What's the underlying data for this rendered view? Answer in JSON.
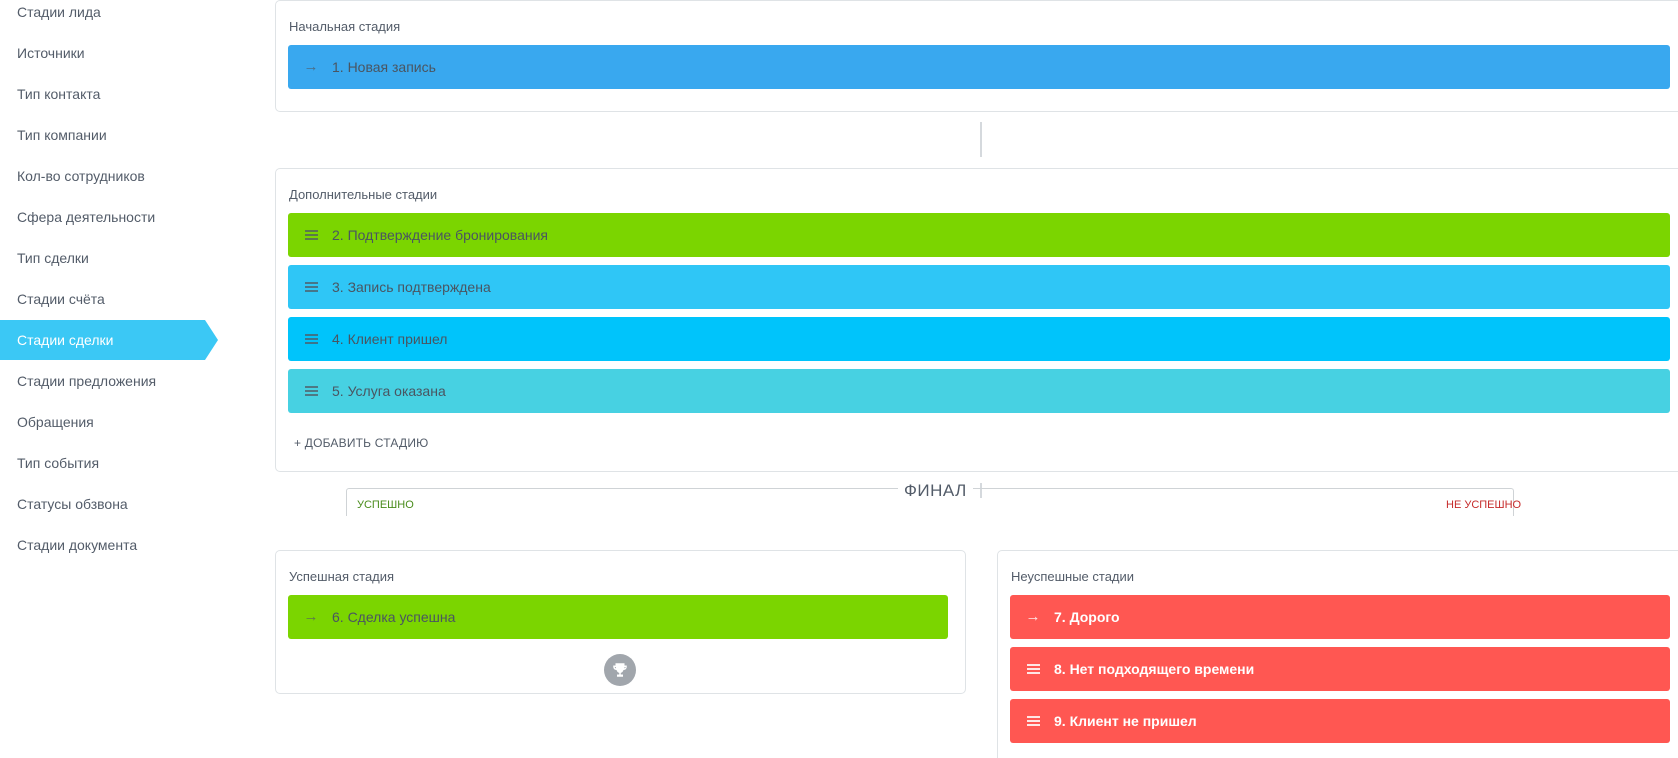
{
  "sidebar": {
    "items": [
      {
        "label": "Стадии лида"
      },
      {
        "label": "Источники"
      },
      {
        "label": "Тип контакта"
      },
      {
        "label": "Тип компании"
      },
      {
        "label": "Кол-во сотрудников"
      },
      {
        "label": "Сфера деятельности"
      },
      {
        "label": "Тип сделки"
      },
      {
        "label": "Стадии счёта"
      },
      {
        "label": "Стадии сделки",
        "active": true
      },
      {
        "label": "Стадии предложения"
      },
      {
        "label": "Обращения"
      },
      {
        "label": "Тип события"
      },
      {
        "label": "Статусы обзвона"
      },
      {
        "label": "Стадии документа"
      }
    ]
  },
  "initial": {
    "title": "Начальная стадия",
    "stage": {
      "label": "1. Новая запись",
      "color": "#39a8ef",
      "icon": "arrow-right-icon"
    }
  },
  "additional": {
    "title": "Дополнительные стадии",
    "stages": [
      {
        "label": "2. Подтверждение бронирования",
        "color": "#7bd500",
        "icon": "drag-handle-icon"
      },
      {
        "label": "3. Запись подтверждена",
        "color": "#2fc6f6",
        "icon": "drag-handle-icon"
      },
      {
        "label": "4. Клиент пришел",
        "color": "#00c4fb",
        "icon": "drag-handle-icon"
      },
      {
        "label": "5. Услуга оказана",
        "color": "#47d1e2",
        "icon": "drag-handle-icon"
      }
    ],
    "add_label": "+ ДОБАВИТЬ СТАДИЮ"
  },
  "final": {
    "title": "ФИНАЛ",
    "success_label": "УСПЕШНО",
    "fail_label": "НЕ УСПЕШНО"
  },
  "success": {
    "title": "Успешная стадия",
    "stage": {
      "label": "6. Сделка успешна",
      "color": "#7bd500",
      "icon": "arrow-right-icon"
    },
    "trophy_icon": "trophy-icon"
  },
  "failure": {
    "title": "Неуспешные стадии",
    "stages": [
      {
        "label": "7. Дорого",
        "color": "#ff5752",
        "icon": "arrow-right-icon"
      },
      {
        "label": "8. Нет подходящего времени",
        "color": "#ff5752",
        "icon": "drag-handle-icon"
      },
      {
        "label": "9. Клиент не пришел",
        "color": "#ff5752",
        "icon": "drag-handle-icon"
      }
    ]
  }
}
